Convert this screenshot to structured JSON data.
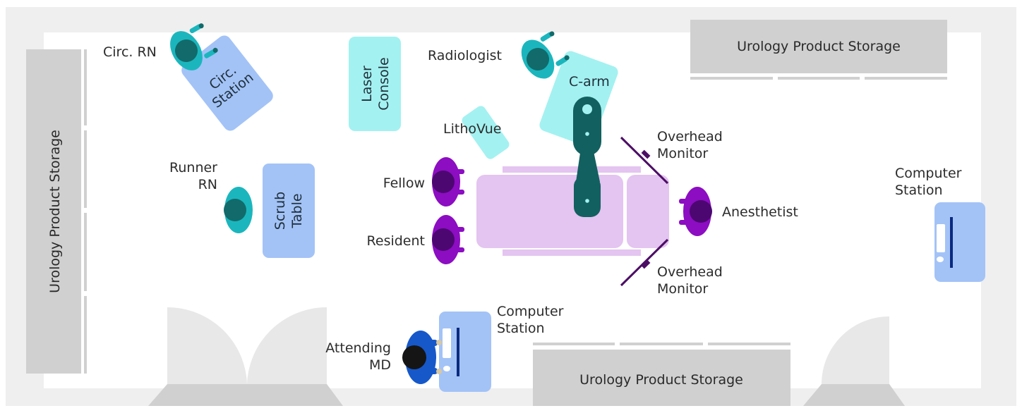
{
  "colors": {
    "floor_outer": "#efefef",
    "floor_inner": "#ffffff",
    "storage": "#d0d0d0",
    "door": "#e8e8e8",
    "station_blue": "#a3c3f7",
    "station_cyan": "#a4f1f1",
    "bed": "#e4c4f0",
    "carm": "#12605f",
    "staff_teal": "#1bb6bd",
    "staff_teal_head": "#126a6a",
    "staff_purple": "#8c0dc2",
    "staff_purple_head": "#4c0770",
    "attending_blue": "#1658c9",
    "monitor": "#4c0e65"
  },
  "storage": {
    "top_right": "Urology Product Storage",
    "left": "Urology Product Storage",
    "bottom": "Urology Product Storage"
  },
  "equipment": {
    "circ_station_line1": "Circ.",
    "circ_station_line2": "Station",
    "laser_console_line1": "Laser",
    "laser_console_line2": "Console",
    "scrub_table_line1": "Scrub",
    "scrub_table_line2": "Table",
    "carm": "C-arm",
    "lithovue": "LithoVue",
    "overhead_monitor_top_line1": "Overhead",
    "overhead_monitor_top_line2": "Monitor",
    "overhead_monitor_bottom_line1": "Overhead",
    "overhead_monitor_bottom_line2": "Monitor",
    "computer_station_right_line1": "Computer",
    "computer_station_right_line2": "Station",
    "computer_station_bottom_line1": "Computer",
    "computer_station_bottom_line2": "Station"
  },
  "staff": {
    "circ_rn": "Circ. RN",
    "radiologist": "Radiologist",
    "runner_rn_line1": "Runner",
    "runner_rn_line2": "RN",
    "fellow": "Fellow",
    "resident": "Resident",
    "anesthetist": "Anesthetist",
    "attending_md_line1": "Attending",
    "attending_md_line2": "MD"
  }
}
